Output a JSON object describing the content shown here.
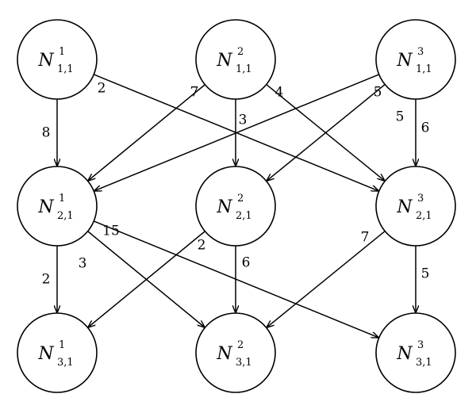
{
  "diagram": {
    "nodes": [
      {
        "id": "n11",
        "symbol": "N",
        "sup": "1",
        "sub": "1,1"
      },
      {
        "id": "n12",
        "symbol": "N",
        "sup": "2",
        "sub": "1,1"
      },
      {
        "id": "n13",
        "symbol": "N",
        "sup": "3",
        "sub": "1,1"
      },
      {
        "id": "n21",
        "symbol": "N",
        "sup": "1",
        "sub": "2,1"
      },
      {
        "id": "n22",
        "symbol": "N",
        "sup": "2",
        "sub": "2,1"
      },
      {
        "id": "n23",
        "symbol": "N",
        "sup": "3",
        "sub": "2,1"
      },
      {
        "id": "n31",
        "symbol": "N",
        "sup": "1",
        "sub": "3,1"
      },
      {
        "id": "n32",
        "symbol": "N",
        "sup": "2",
        "sub": "3,1"
      },
      {
        "id": "n33",
        "symbol": "N",
        "sup": "3",
        "sub": "3,1"
      }
    ],
    "edges": [
      {
        "from": "n11",
        "to": "n21",
        "weight": "8"
      },
      {
        "from": "n11",
        "to": "n23",
        "weight": "2"
      },
      {
        "from": "n12",
        "to": "n21",
        "weight": "7"
      },
      {
        "from": "n12",
        "to": "n22",
        "weight": "3"
      },
      {
        "from": "n12",
        "to": "n23",
        "weight": "4"
      },
      {
        "from": "n13",
        "to": "n21",
        "weight": "5"
      },
      {
        "from": "n13",
        "to": "n22",
        "weight": "5"
      },
      {
        "from": "n13",
        "to": "n23",
        "weight": "6"
      },
      {
        "from": "n21",
        "to": "n31",
        "weight": "2"
      },
      {
        "from": "n21",
        "to": "n32",
        "weight": "3"
      },
      {
        "from": "n21",
        "to": "n33",
        "weight": "15"
      },
      {
        "from": "n22",
        "to": "n31",
        "weight": "2"
      },
      {
        "from": "n22",
        "to": "n32",
        "weight": "6"
      },
      {
        "from": "n23",
        "to": "n32",
        "weight": "7"
      },
      {
        "from": "n23",
        "to": "n33",
        "weight": "5"
      }
    ]
  }
}
